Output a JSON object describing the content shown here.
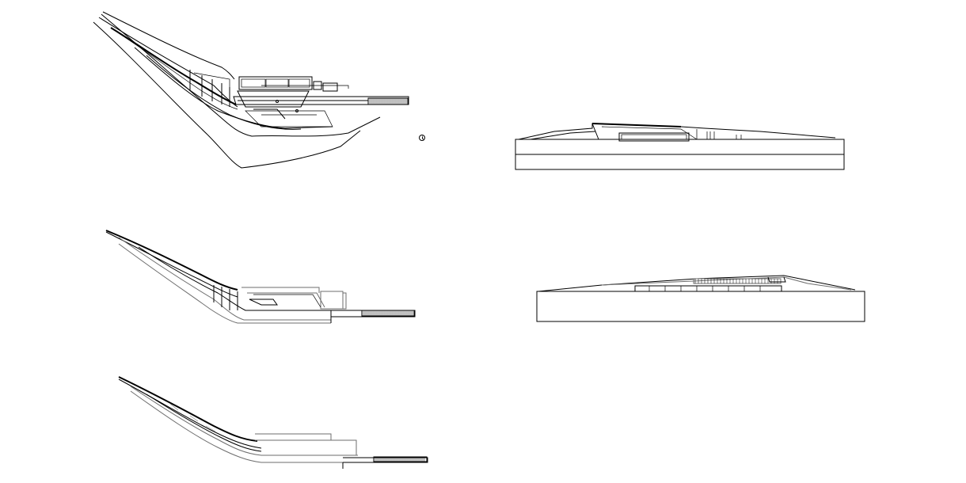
{
  "drawing": {
    "background": "#ffffff",
    "line_color": "#000000",
    "secondary_line_color": "#6e6e6e",
    "views": [
      {
        "id": "plan-upper",
        "kind": "plan"
      },
      {
        "id": "plan-middle",
        "kind": "plan"
      },
      {
        "id": "plan-lower",
        "kind": "plan"
      },
      {
        "id": "elevation-upper",
        "kind": "elevation"
      },
      {
        "id": "elevation-lower",
        "kind": "elevation"
      }
    ],
    "north_symbol": "north-arrow-icon"
  }
}
